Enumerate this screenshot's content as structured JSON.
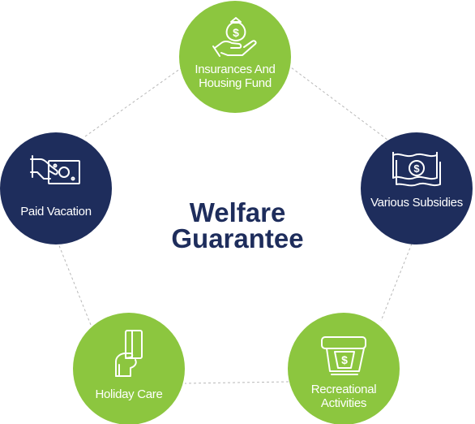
{
  "title": {
    "line1": "Welfare",
    "line2": "Guarantee"
  },
  "nodes": [
    {
      "id": "insurance",
      "label": "Insurances And Housing Fund",
      "color": "#8cc63f",
      "icon": "money-bag-hand-icon"
    },
    {
      "id": "subsidies",
      "label": "Various Subsidies",
      "color": "#1e2d5c",
      "icon": "banknotes-dollar-icon"
    },
    {
      "id": "recreational",
      "label": "Recreational Activities",
      "color": "#8cc63f",
      "icon": "atm-cash-icon"
    },
    {
      "id": "holiday",
      "label": "Holiday Care",
      "color": "#8cc63f",
      "icon": "hand-card-icon"
    },
    {
      "id": "vacation",
      "label": "Paid Vacation",
      "color": "#1e2d5c",
      "icon": "hand-banknote-icon"
    }
  ],
  "colors": {
    "accent_green": "#8cc63f",
    "navy": "#1e2d5c",
    "connector": "#b8b8b8"
  }
}
